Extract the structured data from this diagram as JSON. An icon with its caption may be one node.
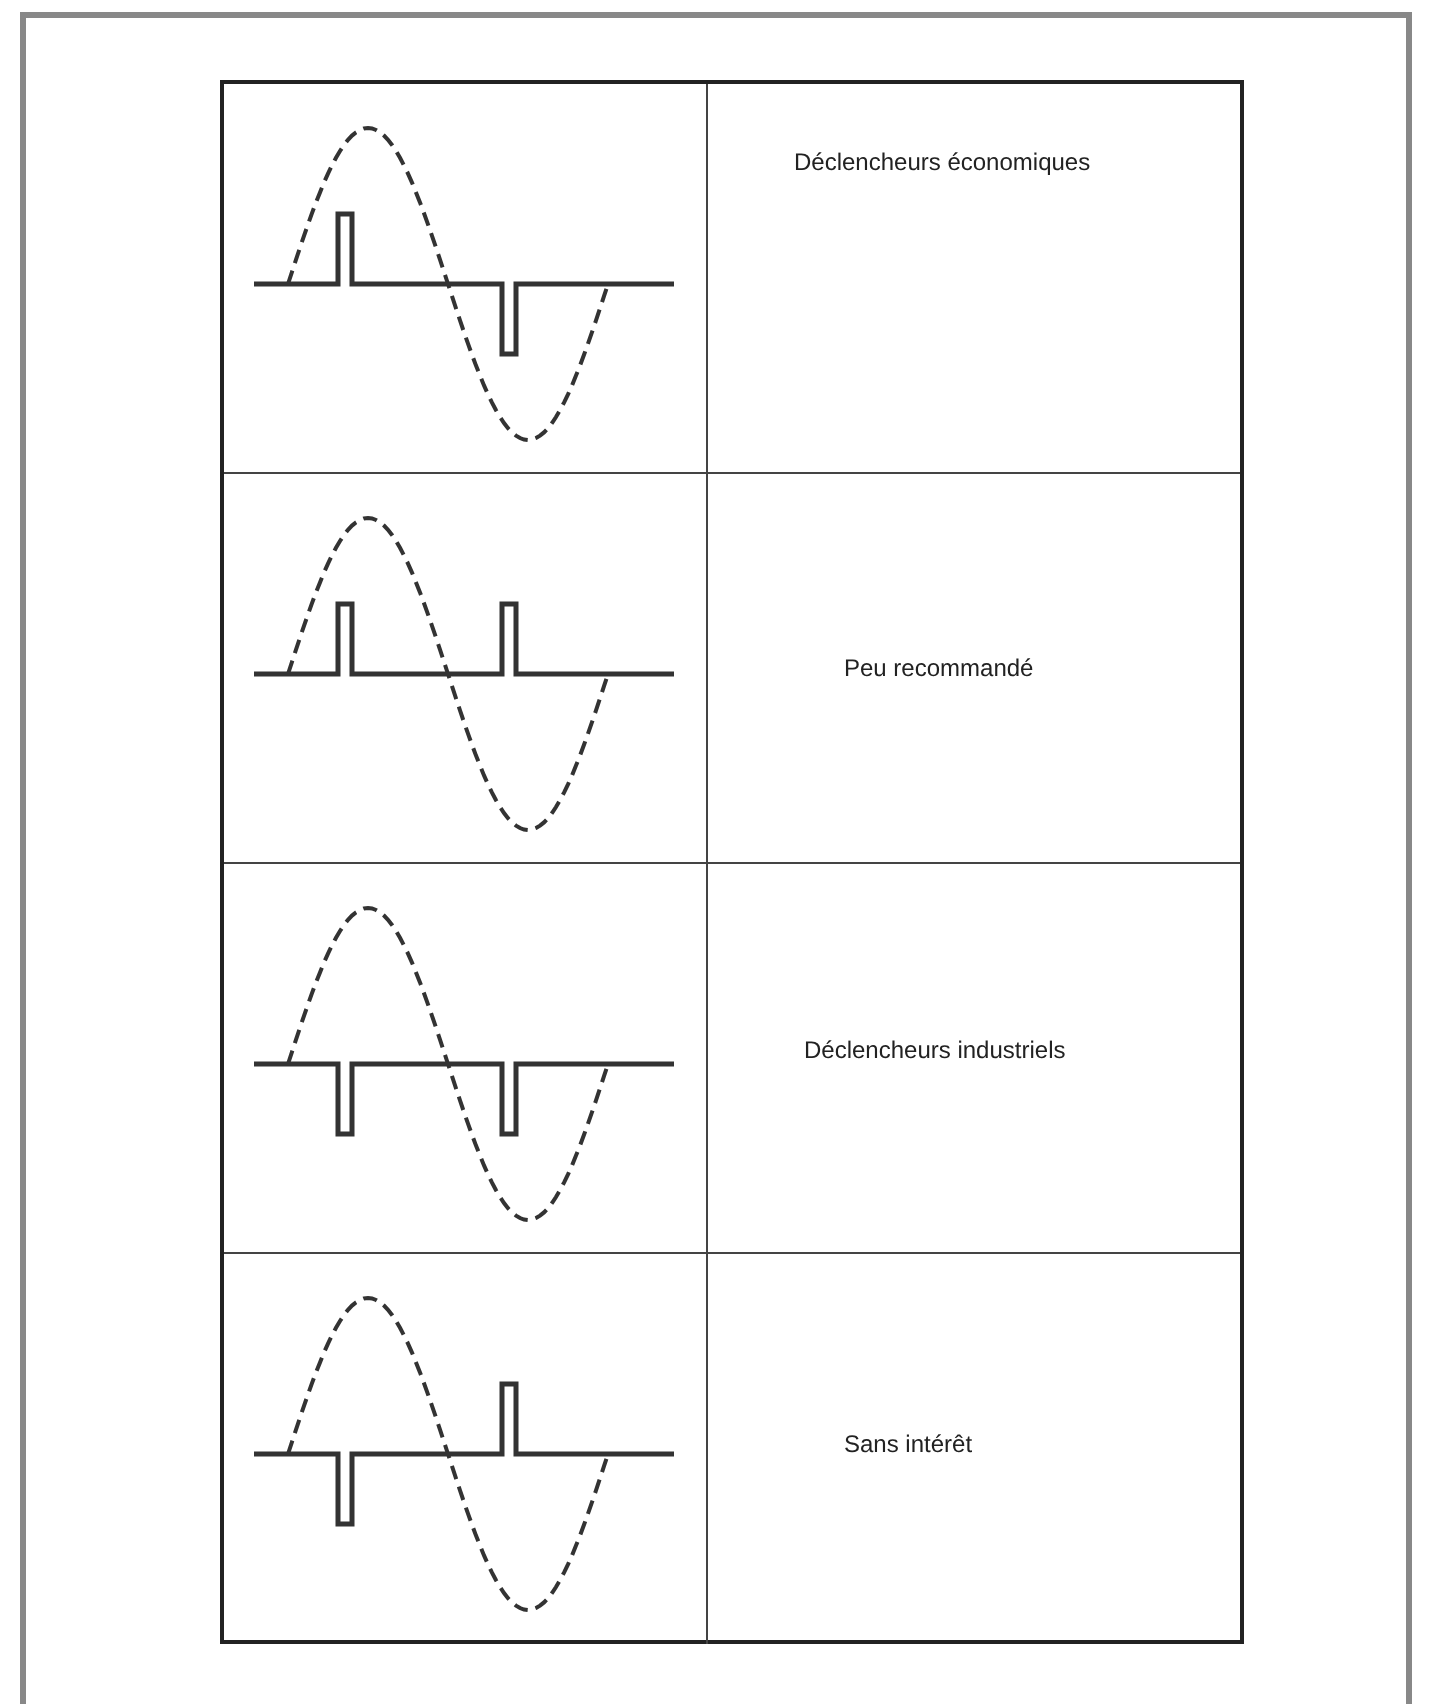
{
  "diagram": {
    "labels": [
      "Déclencheurs économiques",
      "Peu recommandé",
      "Déclencheurs industriels",
      "Sans intérêt"
    ]
  }
}
